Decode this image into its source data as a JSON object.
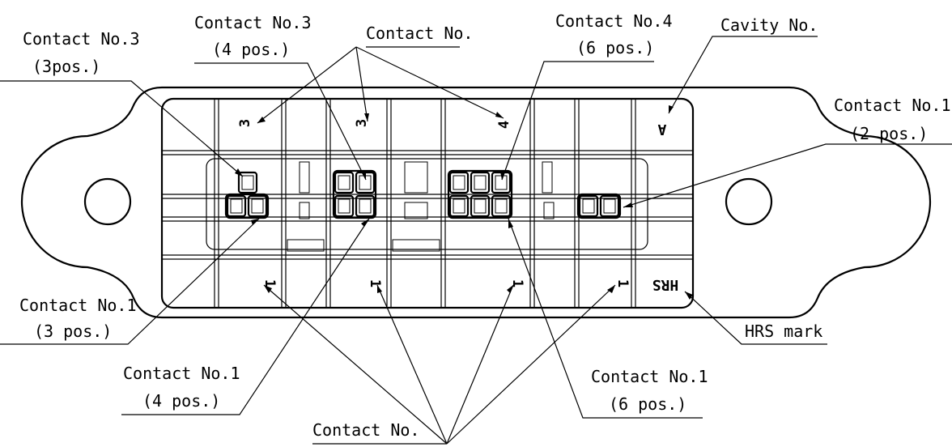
{
  "labels": {
    "c3_3pos_a": "Contact No.3",
    "c3_3pos_b": "(3pos.)",
    "c3_4pos_a": "Contact No.3",
    "c3_4pos_b": "(4 pos.)",
    "contact_no_top": "Contact No.",
    "c4_6pos_a": "Contact No.4",
    "c4_6pos_b": "(6 pos.)",
    "cavity_no": "Cavity No.",
    "c1_2pos_a": "Contact No.1",
    "c1_2pos_b": "(2 pos.)",
    "c1_3pos_a": "Contact No.1",
    "c1_3pos_b": "(3 pos.)",
    "c1_4pos_a": "Contact No.1",
    "c1_4pos_b": "(4 pos.)",
    "contact_no_bottom": "Contact No.",
    "c1_6pos_a": "Contact No.1",
    "c1_6pos_b": "(6 pos.)",
    "hrs_mark": "HRS mark"
  },
  "part_markings": {
    "cavity": "A",
    "three": "3",
    "four": "4",
    "one": "1",
    "hrs": "HRS"
  }
}
